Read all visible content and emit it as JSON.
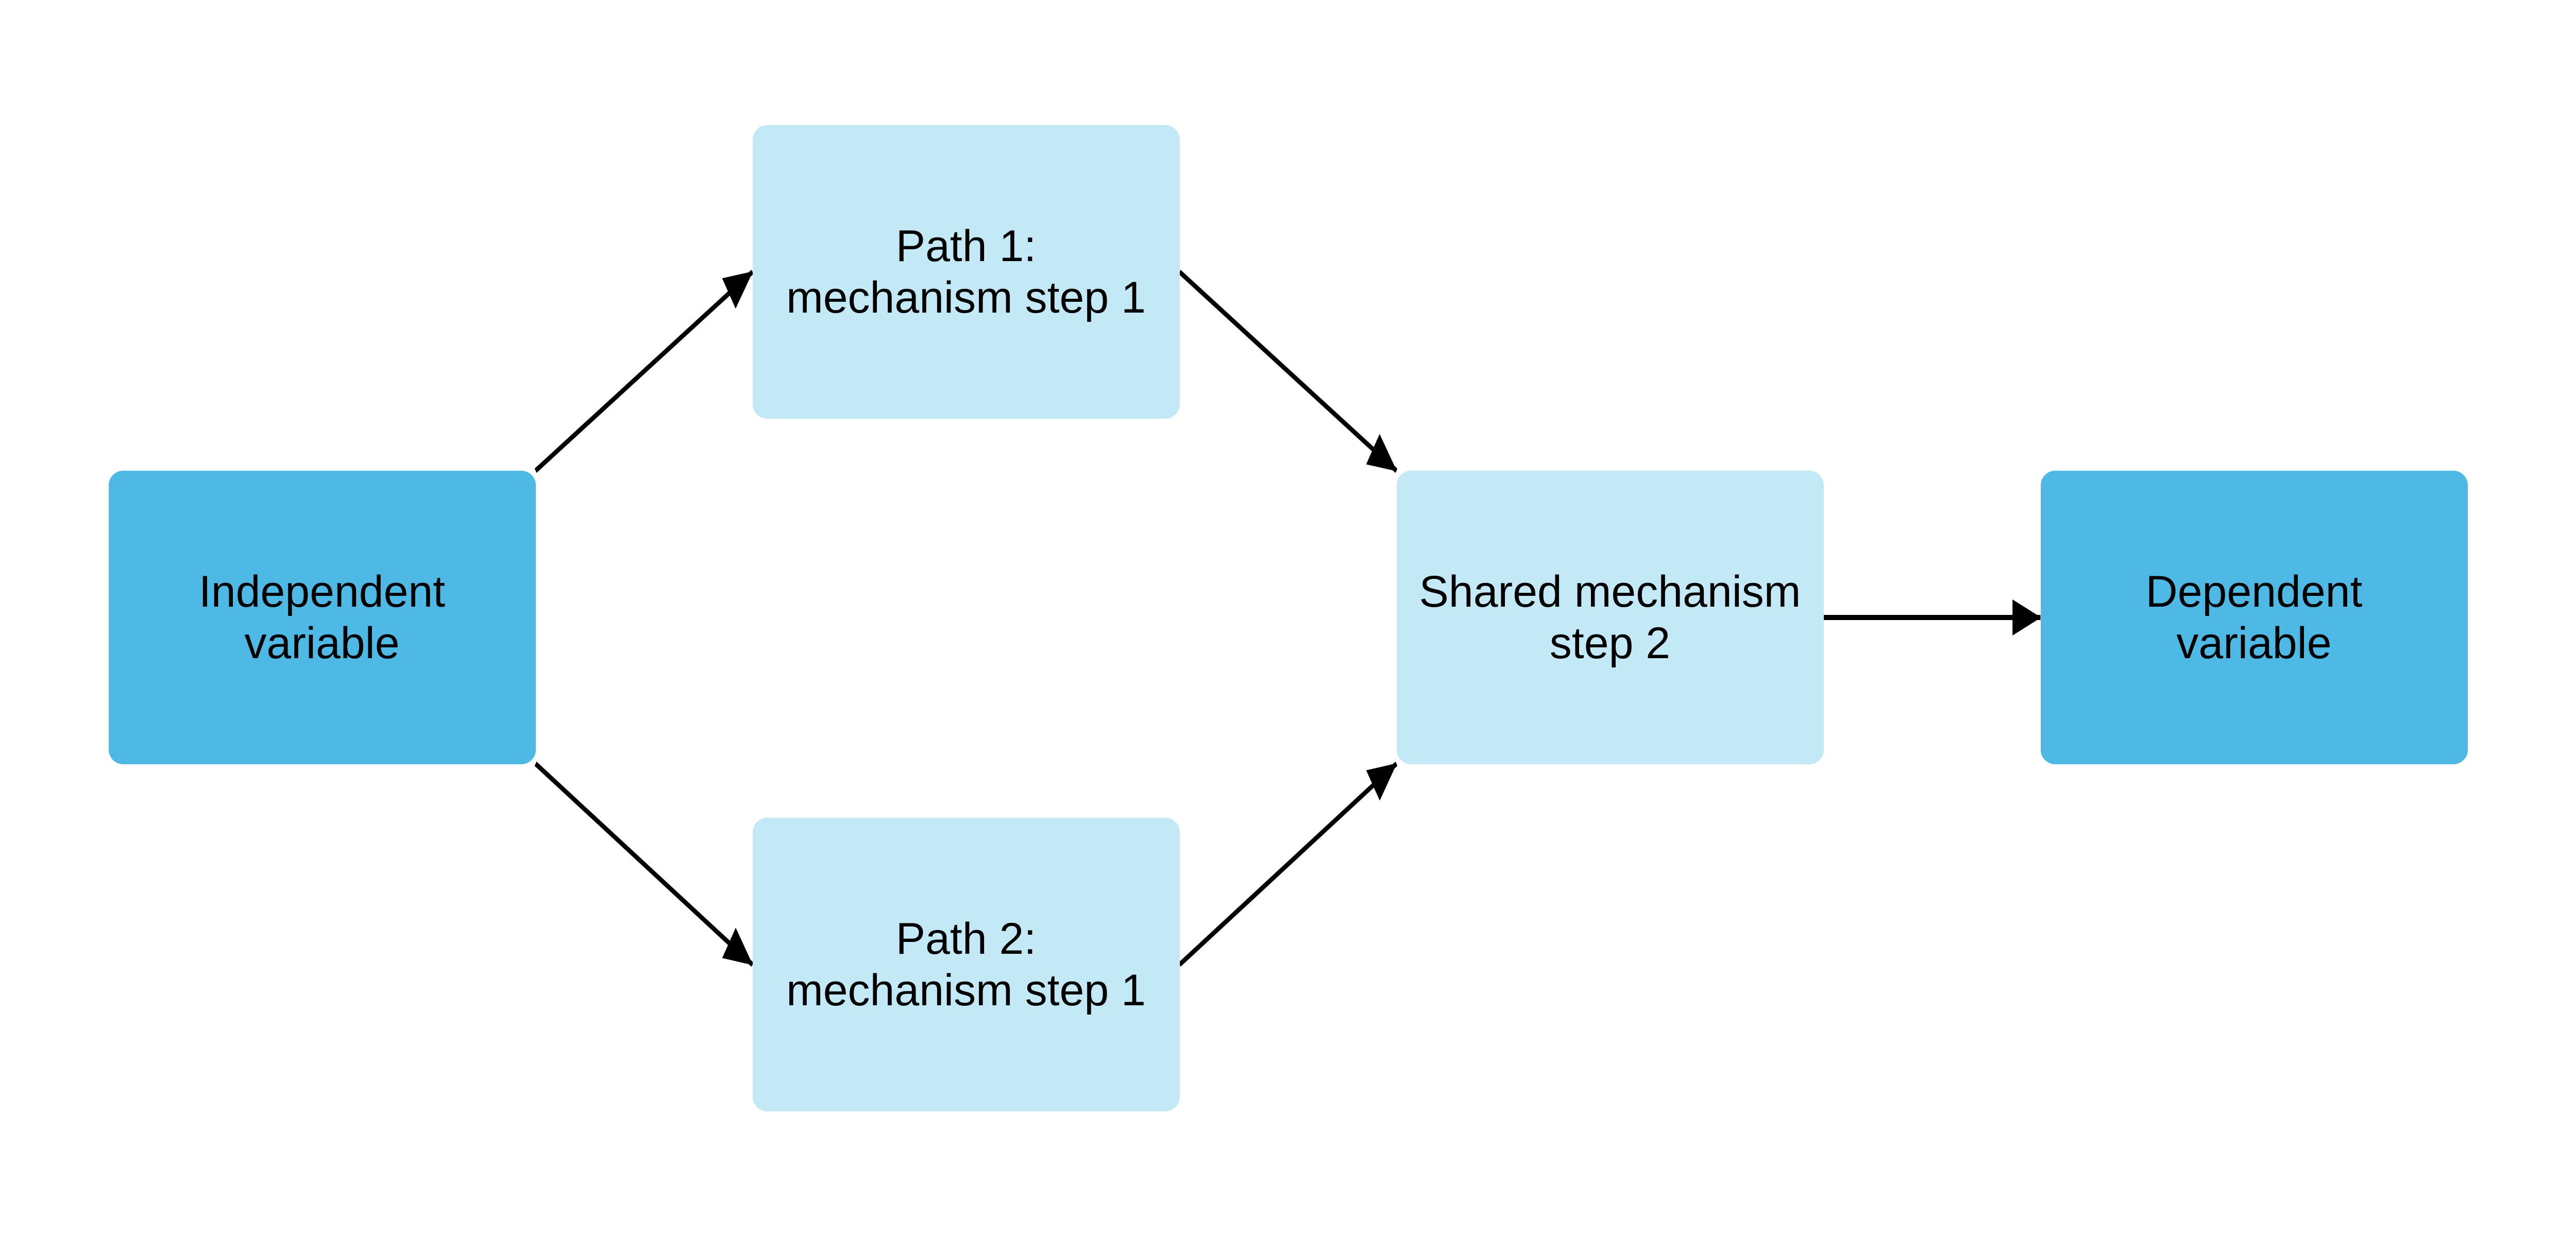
{
  "nodes": {
    "independent": {
      "lines": [
        "Independent",
        "variable"
      ],
      "color": "#4db9e4"
    },
    "path1": {
      "lines": [
        "Path 1:",
        "mechanism step 1"
      ],
      "color": "#c3e9f6"
    },
    "path2": {
      "lines": [
        "Path 2:",
        "mechanism step 1"
      ],
      "color": "#c3e9f6"
    },
    "shared": {
      "lines": [
        "Shared mechanism",
        "step 2"
      ],
      "color": "#c3e9f6"
    },
    "dependent": {
      "lines": [
        "Dependent",
        "variable"
      ],
      "color": "#4db9e4"
    }
  },
  "edges": [
    {
      "from": "independent",
      "to": "path1"
    },
    {
      "from": "independent",
      "to": "path2"
    },
    {
      "from": "path1",
      "to": "shared"
    },
    {
      "from": "path2",
      "to": "shared"
    },
    {
      "from": "shared",
      "to": "dependent"
    }
  ]
}
